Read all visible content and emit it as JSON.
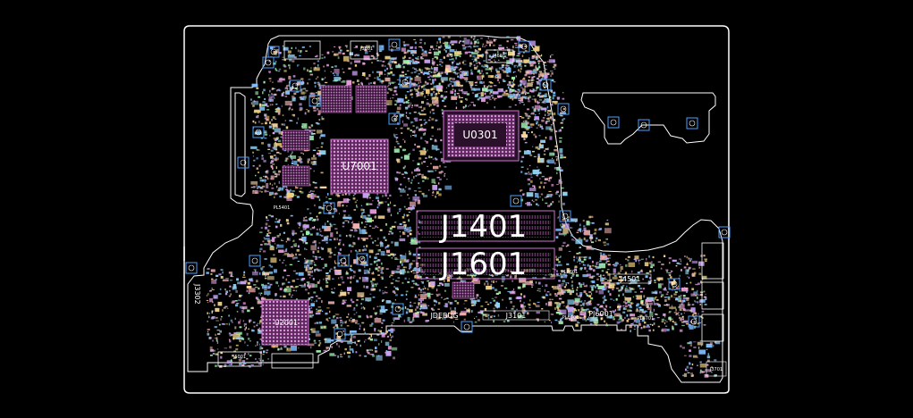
{
  "board": {
    "colors": {
      "background": "#000000",
      "outline": "#ffffff",
      "bga": "#c070c0",
      "component_palette": [
        "#e8a0e0",
        "#f0d080",
        "#90d0f0",
        "#c8a0f0",
        "#a0f0b0",
        "#f0b0b0",
        "#80c0ff",
        "#ffe0a0"
      ],
      "chip_box": "#d05fd0"
    },
    "labels": {
      "cpu": "U0301",
      "gpu": "U7001",
      "pch": "U2001",
      "dimm1": "J1401",
      "dimm2": "J1601",
      "j4501": "J4501",
      "j3101": "J3101",
      "jdebug": "JDEBUG",
      "pj6001": "PJ6001",
      "pl5401": "PL5401",
      "pl8601": "PL8601",
      "pl8901": "PL8901",
      "pl8701": "PL8701",
      "j3601": "J3601",
      "j4601": "J4601",
      "j5001": "J5001",
      "j3701": "J3701",
      "left_vertical": "J3302"
    }
  }
}
